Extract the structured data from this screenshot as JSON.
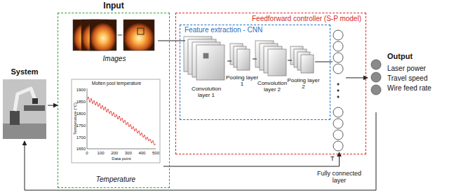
{
  "diagram": {
    "nodes": [
      {
        "text": [
          "System"
        ]
      },
      {
        "text": [
          "Input"
        ]
      },
      {
        "text": [
          "Images"
        ],
        "in": 1
      },
      {
        "text": [
          "Molten pool temperature",
          "Temperature"
        ],
        "in": 1
      },
      {
        "text": [
          "Feedforward controller (S-P model)"
        ]
      },
      {
        "text": [
          "Feature extraction - CNN"
        ],
        "in": 4
      },
      {
        "text": [
          "Convolution layer 1"
        ],
        "in": 5
      },
      {
        "text": [
          "Pooling layer 1"
        ],
        "in": 5
      },
      {
        "text": [
          "Convolution layer 2"
        ],
        "in": 5
      },
      {
        "text": [
          "Pooling layer 2"
        ],
        "in": 5
      },
      {
        "text": [
          "Fully connected layer"
        ],
        "in": 4
      },
      {
        "text": [
          "Output",
          "Laser power",
          "Travel speed",
          "Wire feed rate"
        ]
      }
    ],
    "edges": [
      {
        "from": 0,
        "to": 1,
        "arrow": "to"
      },
      {
        "from": 2,
        "to": 6,
        "arrow": "none"
      },
      {
        "from": 6,
        "to": 7,
        "arrow": "none"
      },
      {
        "from": 7,
        "to": 8,
        "arrow": "none"
      },
      {
        "from": 8,
        "to": 9,
        "arrow": "none"
      },
      {
        "from": 9,
        "to": 10,
        "arrow": "none"
      },
      {
        "from": 3,
        "to": 10,
        "arrow": "to"
      },
      {
        "from": 10,
        "to": 11,
        "arrow": "to"
      },
      {
        "from": 11,
        "to": 0,
        "arrow": "to"
      }
    ],
    "labels": [
      "T",
      "Data point",
      "0",
      "100",
      "200",
      "300",
      "400",
      "500",
      "1900",
      "1850",
      "1800",
      "1750",
      "1700",
      "1650",
      "Temperature (°C)"
    ]
  }
}
